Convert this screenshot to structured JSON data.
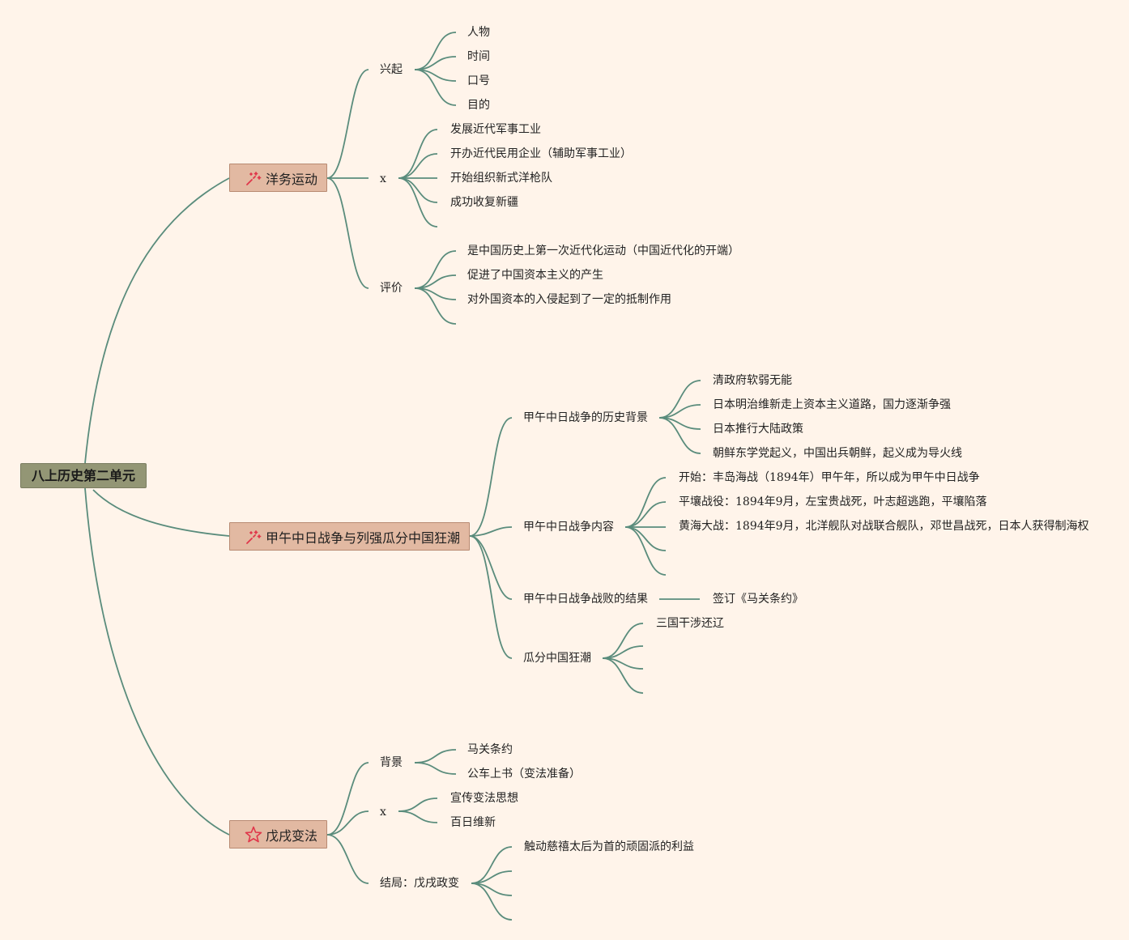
{
  "root": {
    "label": "八上历史第二单元"
  },
  "topics": {
    "t1": {
      "label": "洋务运动",
      "icon": "sparkles-icon"
    },
    "t2": {
      "label": "甲午中日战争与列强瓜分中国狂潮",
      "icon": "sparkles-icon"
    },
    "t3": {
      "label": "戊戌变法",
      "icon": "star-outline-icon"
    }
  },
  "t1": {
    "b1": {
      "label": "兴起",
      "leaves": [
        "人物",
        "时间",
        "口号",
        "目的"
      ]
    },
    "b2": {
      "label": "x",
      "leaves": [
        "发展近代军事工业",
        "开办近代民用企业（辅助军事工业）",
        "开始组织新式洋枪队",
        "成功收复新疆"
      ]
    },
    "b3": {
      "label": "评价",
      "leaves": [
        "是中国历史上第一次近代化运动（中国近代化的开端）",
        "促进了中国资本主义的产生",
        "对外国资本的入侵起到了一定的抵制作用"
      ]
    }
  },
  "t2": {
    "b1": {
      "label": "甲午中日战争的历史背景",
      "leaves": [
        "清政府软弱无能",
        "日本明治维新走上资本主义道路，国力逐渐争强",
        "日本推行大陆政策",
        "朝鲜东学党起义，中国出兵朝鲜，起义成为导火线"
      ]
    },
    "b2": {
      "label": "甲午中日战争内容",
      "leaves": [
        "开始：丰岛海战（1894年）甲午年，所以成为甲午中日战争",
        "平壤战役：1894年9月，左宝贵战死，叶志超逃跑，平壤陷落",
        "黄海大战：1894年9月，北洋舰队对战联合舰队，邓世昌战死，日本人获得制海权"
      ]
    },
    "b3": {
      "label": "甲午中日战争战败的结果",
      "leaves": [
        "签订《马关条约》"
      ]
    },
    "b4": {
      "label": "瓜分中国狂潮",
      "leaves": [
        "三国干涉还辽"
      ]
    }
  },
  "t3": {
    "b1": {
      "label": "背景",
      "leaves": [
        "马关条约",
        "公车上书（变法准备）"
      ]
    },
    "b2": {
      "label": "x",
      "leaves": [
        "宣传变法思想",
        "百日维新"
      ]
    },
    "b3": {
      "label": "结局：戊戌政变",
      "leaves": [
        "触动慈禧太后为首的顽固派的利益"
      ]
    }
  },
  "colors": {
    "background": "#fff4ea",
    "link": "#5a8c7c",
    "root_fill": "#939675",
    "topic_fill": "#e2b9a2",
    "icon": "#e0364a"
  }
}
